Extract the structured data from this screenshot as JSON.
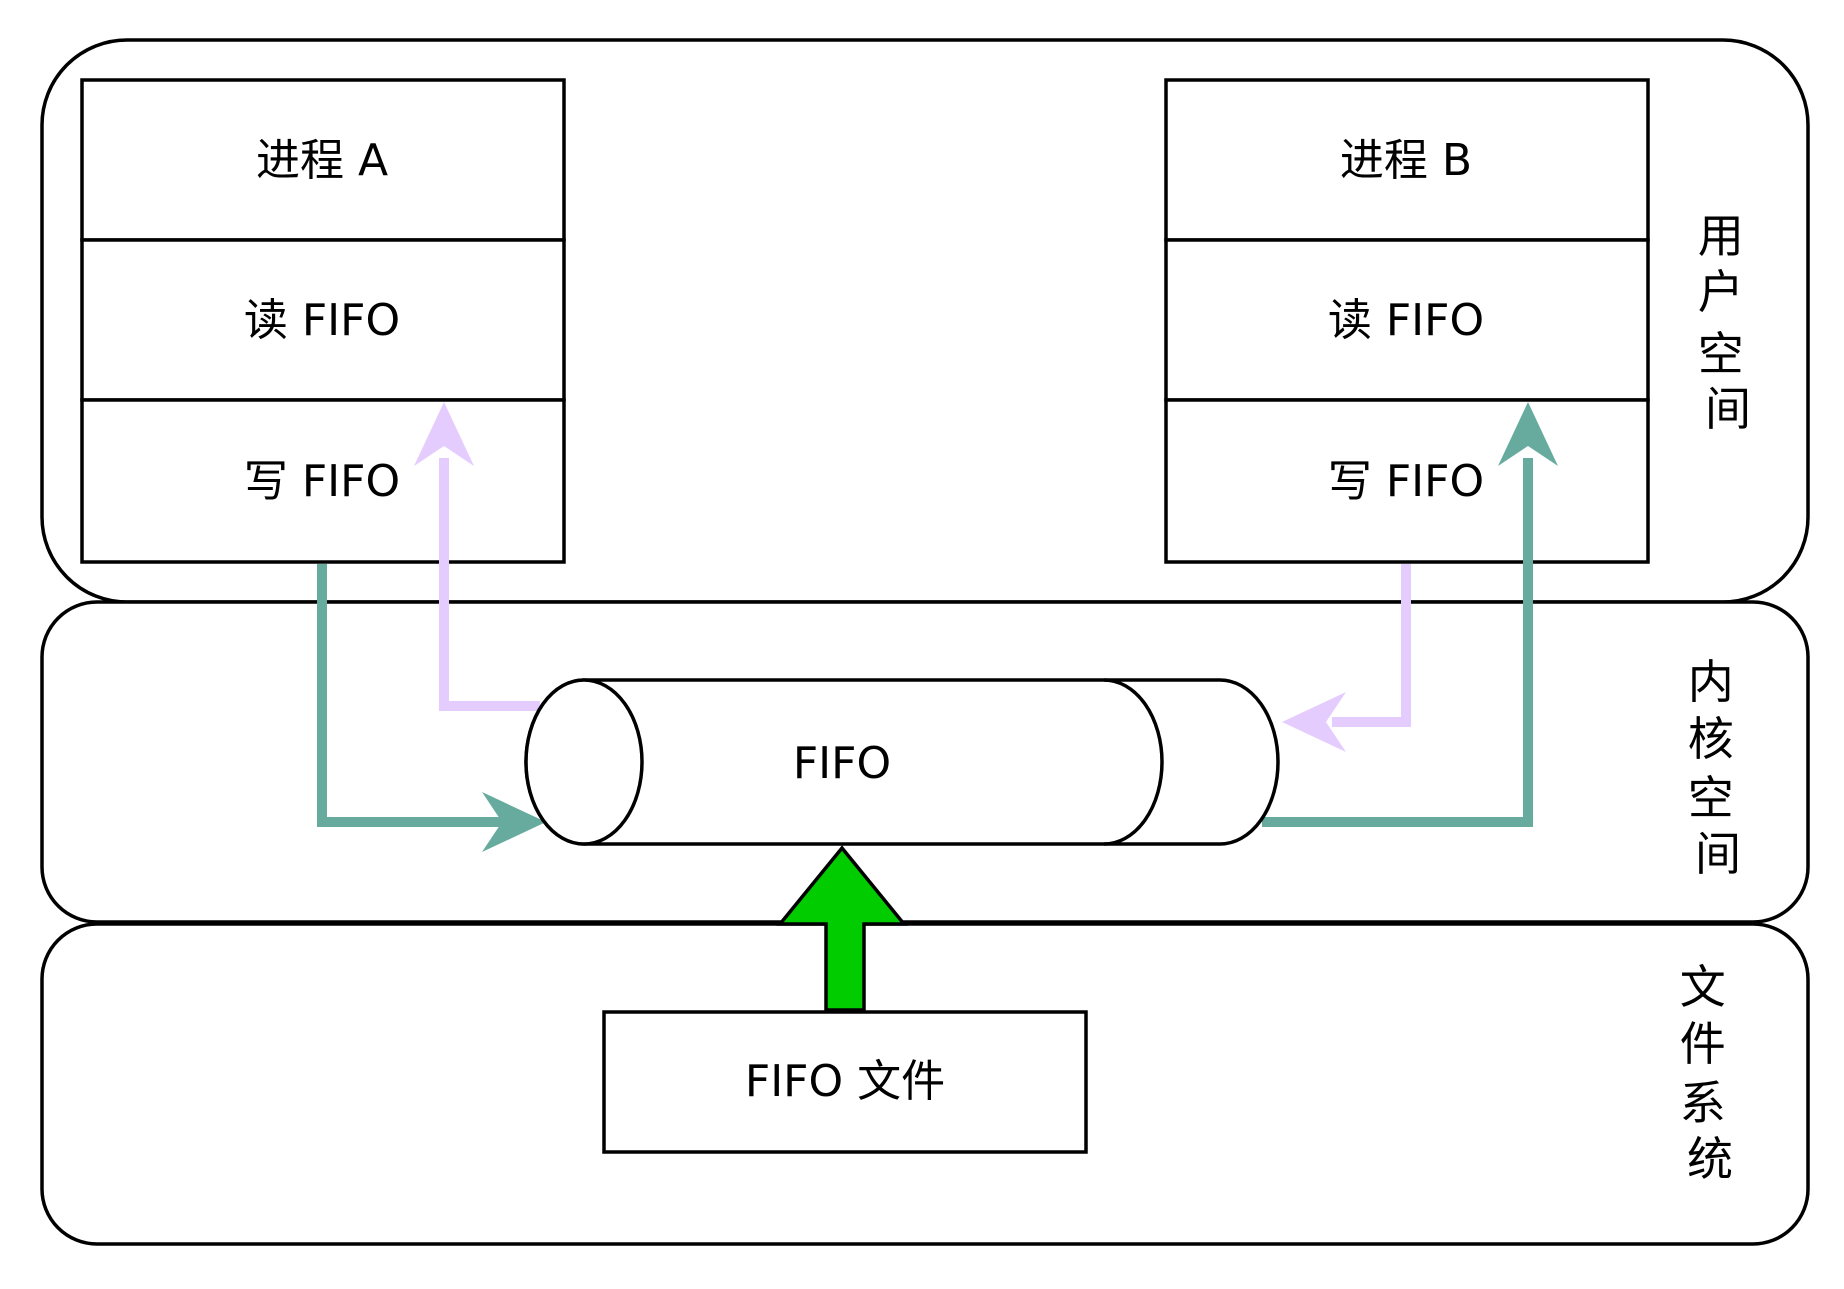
{
  "zones": {
    "user_space": "用户空间",
    "kernel_space": "内核空间",
    "file_system": "文件系统"
  },
  "process_a": {
    "title": "进程 A",
    "read": "读 FIFO",
    "write": "写 FIFO"
  },
  "process_b": {
    "title": "进程 B",
    "read": "读 FIFO",
    "write": "写 FIFO"
  },
  "kernel": {
    "fifo_label": "FIFO"
  },
  "filesystem": {
    "file_label": "FIFO 文件"
  },
  "colors": {
    "write_arrow": "#67AB9F",
    "read_arrow": "#E5CCFF",
    "file_arrow": "#00CC00",
    "stroke": "#000000"
  }
}
